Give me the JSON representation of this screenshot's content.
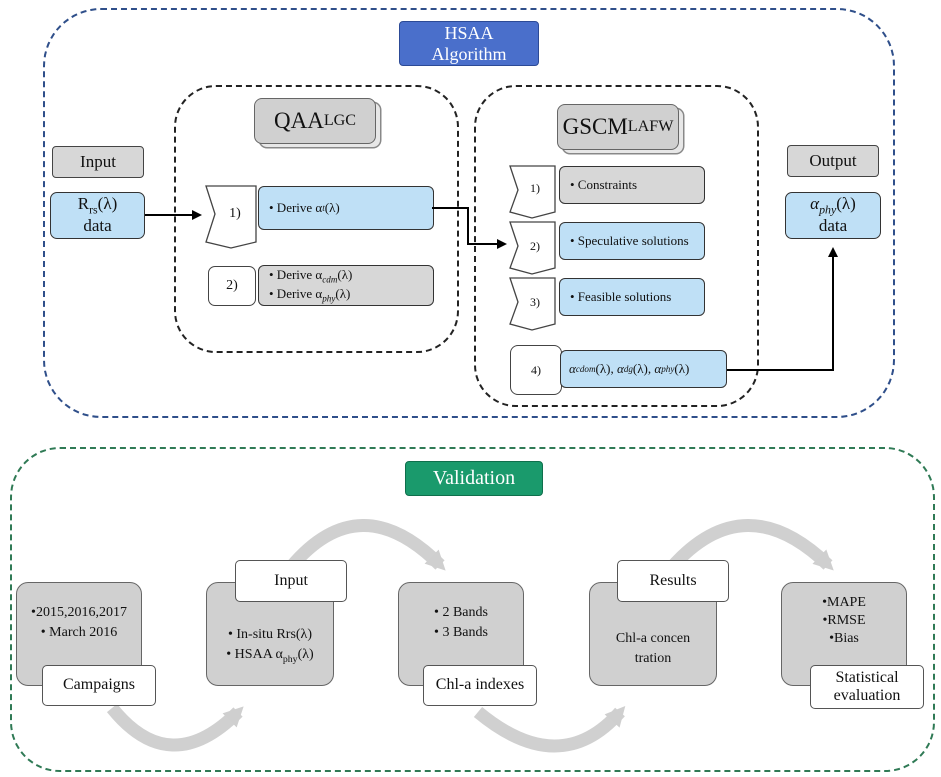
{
  "algorithm": {
    "title_line1": "HSAA",
    "title_line2": "Algorithm",
    "input": {
      "label": "Input",
      "box_line1_main": "R",
      "box_line1_sub": "rs",
      "box_line1_tail": "(λ)",
      "box_line2": "data"
    },
    "output": {
      "label": "Output",
      "box_line1_main": "α",
      "box_line1_sub": "phy",
      "box_line1_tail": "(λ)",
      "box_line2": "data"
    },
    "qaa": {
      "title_main": "QAA",
      "title_sub": "LGC",
      "step1": {
        "num": "1)",
        "text": "• Derive α",
        "sub": "t",
        "tail": "(λ)"
      },
      "step2": {
        "num": "2)",
        "line1": "• Derive α",
        "line1_sub": "cdm",
        "line1_tail": "(λ)",
        "line2": "• Derive α",
        "line2_sub": "phy",
        "line2_tail": "(λ)"
      }
    },
    "gscm": {
      "title_main": "GSCM",
      "title_sub": "LAFW",
      "steps": [
        {
          "num": "1)",
          "text": "• Constraints",
          "color": "gray"
        },
        {
          "num": "2)",
          "text": "• Speculative solutions",
          "color": "blue"
        },
        {
          "num": "3)",
          "text": "• Feasible solutions",
          "color": "blue"
        }
      ],
      "step4": {
        "num": "4)",
        "a": "α",
        "a_sub": "cdom",
        "a_tail": "(λ), ",
        "b": "α",
        "b_sub": "dg",
        "b_tail": "(λ), ",
        "c": "α",
        "c_sub": "phy",
        "c_tail": "(λ)"
      }
    }
  },
  "validation": {
    "title": "Validation",
    "campaigns": {
      "items": [
        "•2015,2016,2017",
        "• March 2016"
      ],
      "label": "Campaigns"
    },
    "input": {
      "label": "Input",
      "item1": "• In-situ Rrs(λ)",
      "item2_main": "• HSAA α",
      "item2_sub": "phy",
      "item2_tail": "(λ)"
    },
    "chl_indexes": {
      "items": [
        "• 2 Bands",
        "• 3 Bands"
      ],
      "label": "Chl-a indexes"
    },
    "results": {
      "label": "Results",
      "text_line1": "Chl-a concen",
      "text_line2": "tration"
    },
    "statistical": {
      "items": [
        "•MAPE",
        "•RMSE",
        "•Bias"
      ],
      "label_line1": "Statistical",
      "label_line2": "evaluation"
    }
  },
  "colors": {
    "hsaa_box": "#4a6fcb",
    "validation_box": "#1a9a6c",
    "light_blue": "#bfe0f6",
    "gray": "#d7d7d7",
    "top_frame": "#2f4f8a",
    "bottom_frame": "#2f7a55"
  }
}
